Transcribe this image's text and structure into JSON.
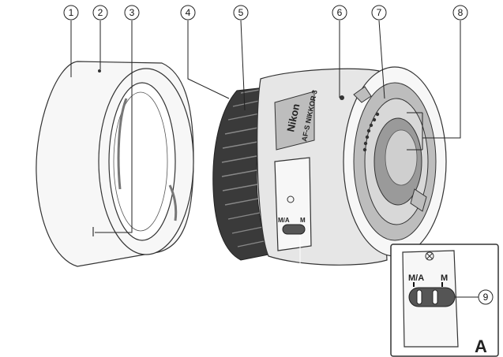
{
  "callouts": [
    {
      "id": "1",
      "label": "1"
    },
    {
      "id": "2",
      "label": "2"
    },
    {
      "id": "3",
      "label": "3"
    },
    {
      "id": "4",
      "label": "4"
    },
    {
      "id": "5",
      "label": "5"
    },
    {
      "id": "6",
      "label": "6"
    },
    {
      "id": "7",
      "label": "7"
    },
    {
      "id": "8",
      "label": "8"
    },
    {
      "id": "9",
      "label": "9"
    }
  ],
  "lens": {
    "brand": "Nikon",
    "barrel_text": "AF-S NIKKOR 3",
    "switch_ma": "M/A",
    "switch_m": "M"
  },
  "inset": {
    "letter": "A",
    "switch_ma": "M/A",
    "switch_m": "M"
  }
}
